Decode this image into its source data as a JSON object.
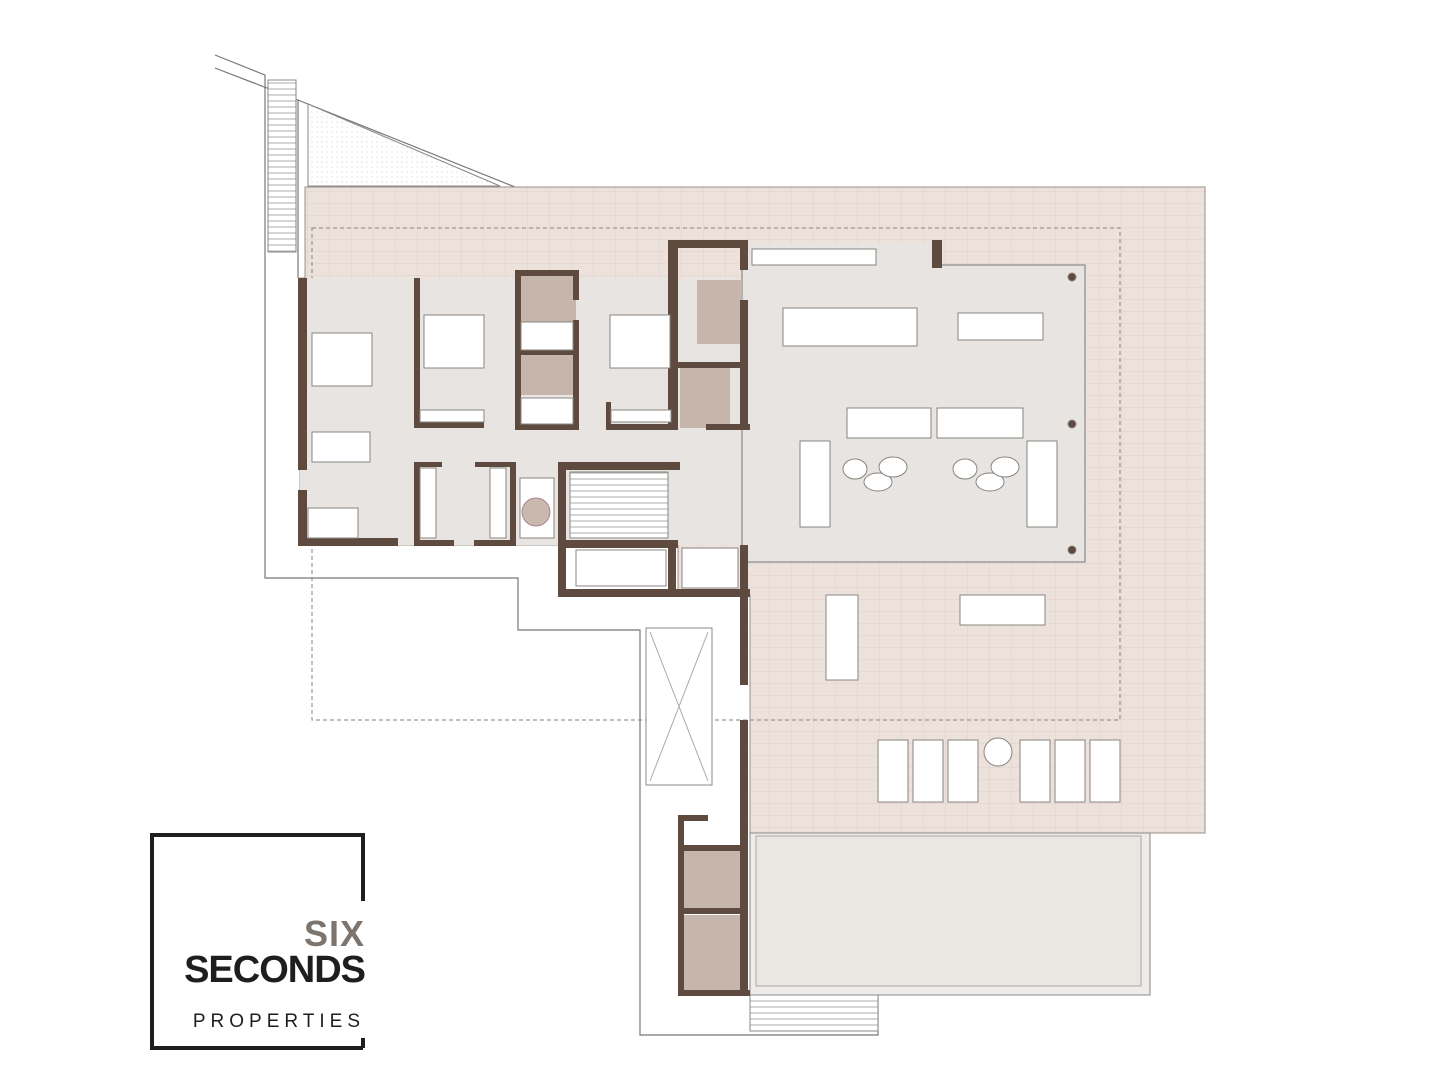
{
  "logo": {
    "line1": "SIX",
    "line2": "SECONDS",
    "line3": "PROPERTIES"
  },
  "colors": {
    "wall": "#5e4a3e",
    "floor": "#e7e4e1",
    "terrace": "#ede1db",
    "bath": "#c5b5aa",
    "line": "#8a8580"
  }
}
